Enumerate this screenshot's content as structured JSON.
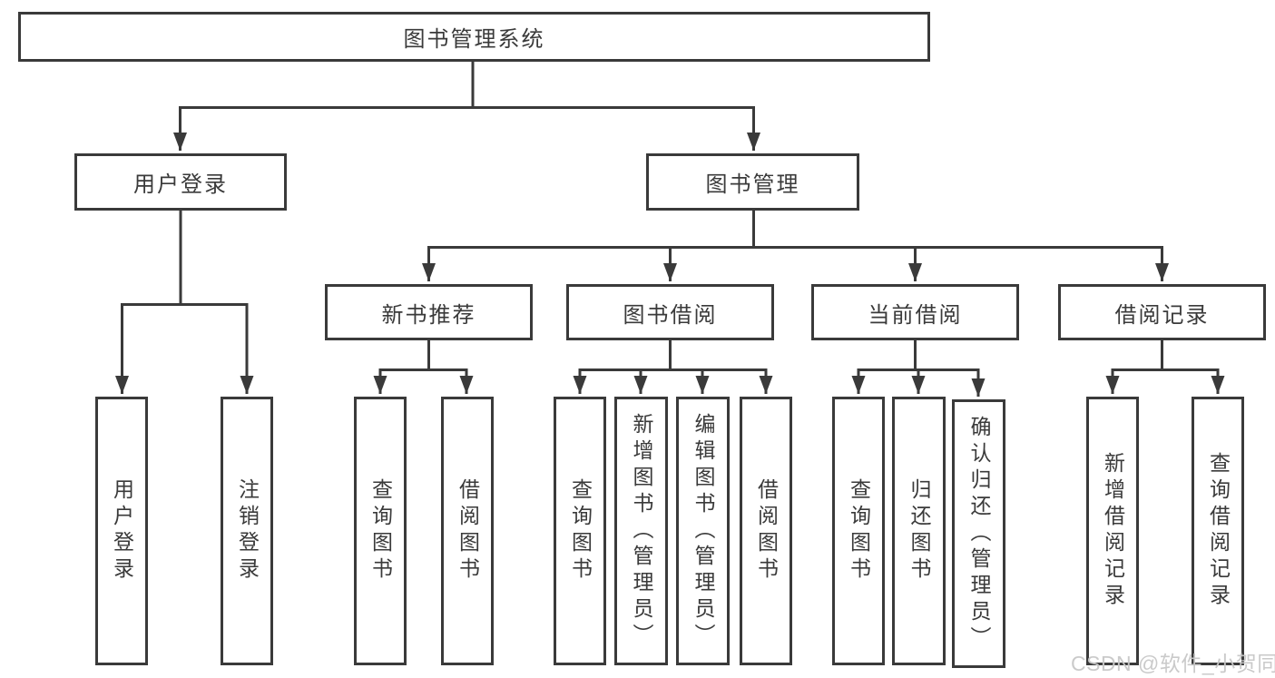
{
  "colors": {
    "line": "#3a3a3a",
    "text": "#3a3a3a",
    "node_background": "#ffffff",
    "page_background": "#ffffff",
    "watermark": "#c7c7c7"
  },
  "tree": {
    "root": {
      "label": "图书管理系统"
    },
    "branches": [
      {
        "label": "用户登录",
        "children": [
          {
            "label": "用户登录"
          },
          {
            "label": "注销登录"
          }
        ]
      },
      {
        "label": "图书管理",
        "children": [
          {
            "label": "新书推荐",
            "children": [
              {
                "label": "查询图书"
              },
              {
                "label": "借阅图书"
              }
            ]
          },
          {
            "label": "图书借阅",
            "children": [
              {
                "label": "查询图书"
              },
              {
                "label": "新增图书（管理员）"
              },
              {
                "label": "编辑图书（管理员）"
              },
              {
                "label": "借阅图书"
              }
            ]
          },
          {
            "label": "当前借阅",
            "children": [
              {
                "label": "查询图书"
              },
              {
                "label": "归还图书"
              },
              {
                "label": "确认归还（管理员）"
              }
            ]
          },
          {
            "label": "借阅记录",
            "children": [
              {
                "label": "新增借阅记录"
              },
              {
                "label": "查询借阅记录"
              }
            ]
          }
        ]
      }
    ]
  },
  "watermark": {
    "text": "CSDN @软件_小贺同学"
  }
}
